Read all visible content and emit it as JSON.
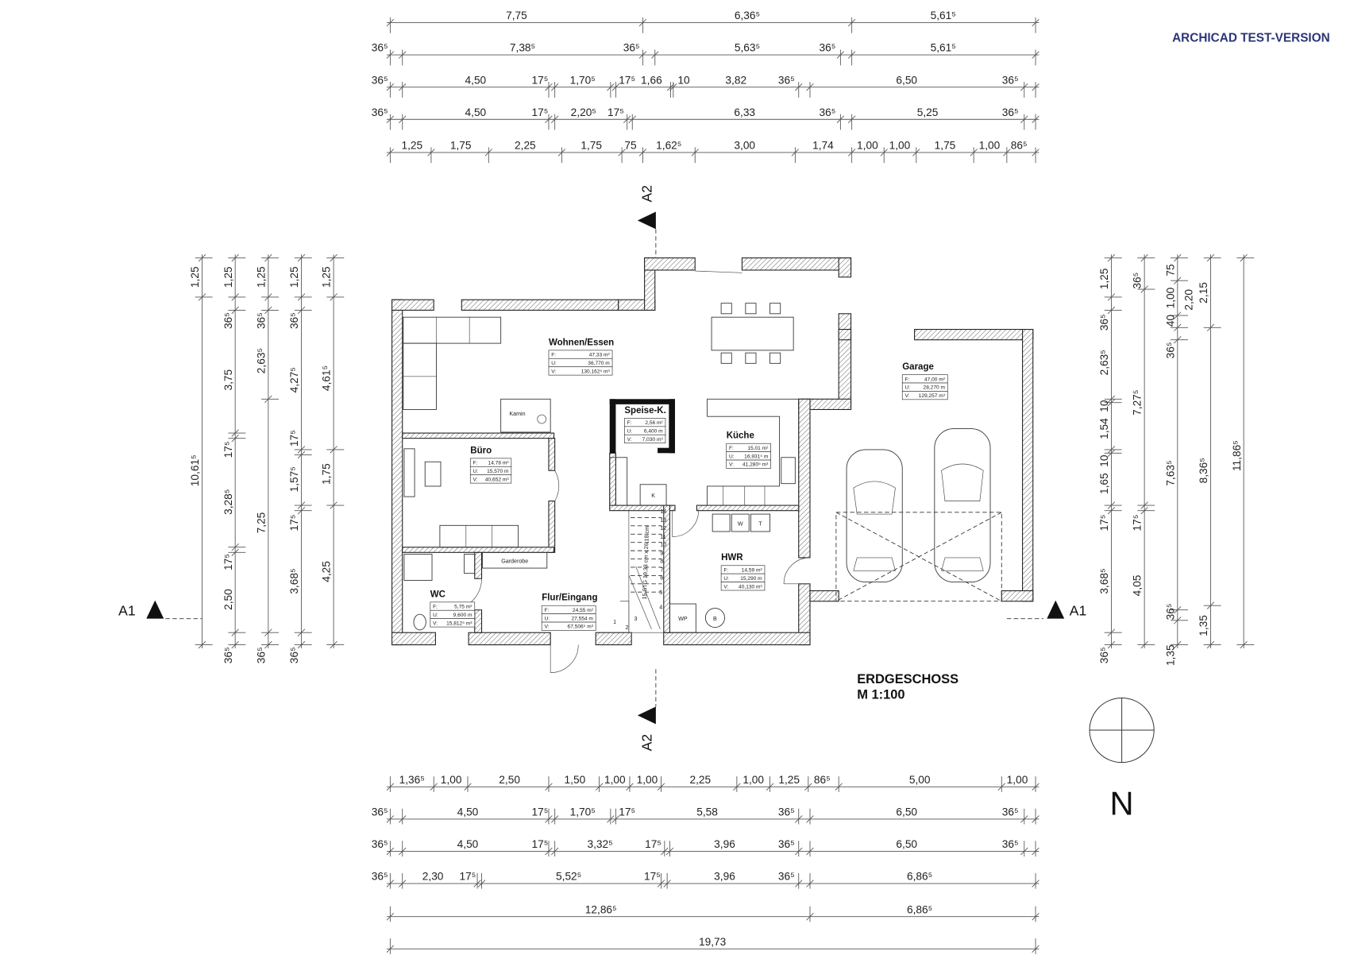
{
  "header": {
    "watermark": "ARCHICAD TEST-VERSION",
    "watermark_color": "#2b3577"
  },
  "title": {
    "floor": "ERDGESCHOSS",
    "scale": "M 1:100"
  },
  "north": "N",
  "sections": {
    "a1": "A1",
    "a2": "A2"
  },
  "rooms": [
    {
      "name": "Wohnen/Essen",
      "rows": [
        [
          "F:",
          "47,33 m²"
        ],
        [
          "U:",
          "36,770 m"
        ],
        [
          "V:",
          "130,162⁵ m³"
        ]
      ]
    },
    {
      "name": "Büro",
      "rows": [
        [
          "F:",
          "14,78 m²"
        ],
        [
          "U:",
          "15,570 m"
        ],
        [
          "V:",
          "40,652 m³"
        ]
      ]
    },
    {
      "name": "Speise-K.",
      "rows": [
        [
          "F:",
          "2,56 m²"
        ],
        [
          "U:",
          "6,400 m"
        ],
        [
          "V:",
          "7,030 m³"
        ]
      ]
    },
    {
      "name": "Küche",
      "rows": [
        [
          "F:",
          "15,01 m²"
        ],
        [
          "U:",
          "16,931⁵ m"
        ],
        [
          "V:",
          "41,280⁵ m³"
        ]
      ]
    },
    {
      "name": "Garage",
      "rows": [
        [
          "F:",
          "47,00 m²"
        ],
        [
          "U:",
          "28,270 m"
        ],
        [
          "V:",
          "129,257 m³"
        ]
      ]
    },
    {
      "name": "WC",
      "rows": [
        [
          "F:",
          "5,75 m²"
        ],
        [
          "U:",
          "9,600 m"
        ],
        [
          "V:",
          "15,812⁵ m³"
        ]
      ]
    },
    {
      "name": "Flur/Eingang",
      "rows": [
        [
          "F:",
          "24,55 m²"
        ],
        [
          "U:",
          "27,554 m"
        ],
        [
          "V:",
          "67,506⁵ m³"
        ]
      ]
    },
    {
      "name": "HWR",
      "rows": [
        [
          "F:",
          "14,59 m²"
        ],
        [
          "U:",
          "15,290 m"
        ],
        [
          "V:",
          "40,130 m³"
        ]
      ]
    }
  ],
  "fixtures": {
    "kamin": "Kamin",
    "garderobe": "Garderobe",
    "k": "K",
    "w": "W",
    "t": "T",
    "wp": "WP",
    "b": "B"
  },
  "stairs": {
    "info": "15 STG 19,33 cm x 26,18 cm",
    "steps": [
      "1",
      "2",
      "3",
      "4",
      "5",
      "6",
      "7",
      "8",
      "9",
      "10",
      "11",
      "12",
      "13",
      "14"
    ]
  },
  "dimensions": {
    "top": [
      [
        "7,75",
        "6,36⁵",
        "5,61⁵"
      ],
      [
        "36⁵",
        "7,38⁵",
        "36⁵",
        "5,63⁵",
        "36⁵",
        "5,61⁵"
      ],
      [
        "36⁵",
        "4,50",
        "17⁵",
        "1,70⁵",
        "17⁵",
        "1,66",
        "10",
        "3,82",
        "36⁵",
        "6,50",
        "36⁵"
      ],
      [
        "36⁵",
        "4,50",
        "17⁵",
        "2,20⁵",
        "17⁵",
        "6,33",
        "36⁵",
        "5,25",
        "36⁵"
      ],
      [
        "1,25",
        "1,75",
        "2,25",
        "1,75",
        "75",
        "1,62⁵",
        "3,00",
        "1,74",
        "1,00",
        "1,00",
        "1,75",
        "1,00",
        "86⁵"
      ]
    ],
    "bottom": [
      [
        "1,36⁵",
        "1,00",
        "2,50",
        "1,50",
        "1,00",
        "1,00",
        "2,25",
        "1,00",
        "1,25",
        "86⁵",
        "5,00",
        "1,00"
      ],
      [
        "36⁵",
        "4,50",
        "17⁵",
        "1,70⁵",
        "17⁵",
        "5,58",
        "36⁵",
        "6,50",
        "36⁵"
      ],
      [
        "36⁵",
        "4,50",
        "17⁵",
        "3,32⁵",
        "17⁵",
        "3,96",
        "36⁵",
        "6,50",
        "36⁵"
      ],
      [
        "36⁵",
        "2,30",
        "17⁵",
        "5,52⁵",
        "17⁵",
        "3,96",
        "36⁵",
        "6,86⁵"
      ],
      [
        "12,86⁵",
        "6,86⁵"
      ],
      [
        "19,73"
      ]
    ],
    "left": [
      [
        "1,25",
        "10,61⁵"
      ],
      [
        "1,25",
        "36⁵",
        "3,75",
        "17⁵",
        "3,28⁵",
        "17⁵",
        "2,50",
        "36⁵"
      ],
      [
        "1,25",
        "36⁵",
        "2,63⁵",
        "7,25",
        "36⁵"
      ],
      [
        "1,25",
        "36⁵",
        "4,27⁵",
        "17⁵",
        "1,57⁵",
        "17⁵",
        "3,68⁵",
        "36⁵"
      ],
      [
        "1,25",
        "4,61⁵",
        "1,75",
        "4,25"
      ]
    ],
    "right": [
      [
        "1,25",
        "36⁵",
        "2,63⁵",
        "10",
        "1,54",
        "10",
        "1,65",
        "17⁵",
        "3,68⁵",
        "36⁵"
      ],
      [
        "36⁵",
        "7,27⁵",
        "17⁵",
        "4,05"
      ],
      [
        "75",
        "1,00",
        "2,20",
        "40",
        "36⁵",
        "7,63⁵",
        "36⁵",
        "1,35"
      ],
      [
        "2,15",
        "8,36⁵",
        "1,35"
      ],
      [
        "11,86⁵"
      ]
    ]
  }
}
